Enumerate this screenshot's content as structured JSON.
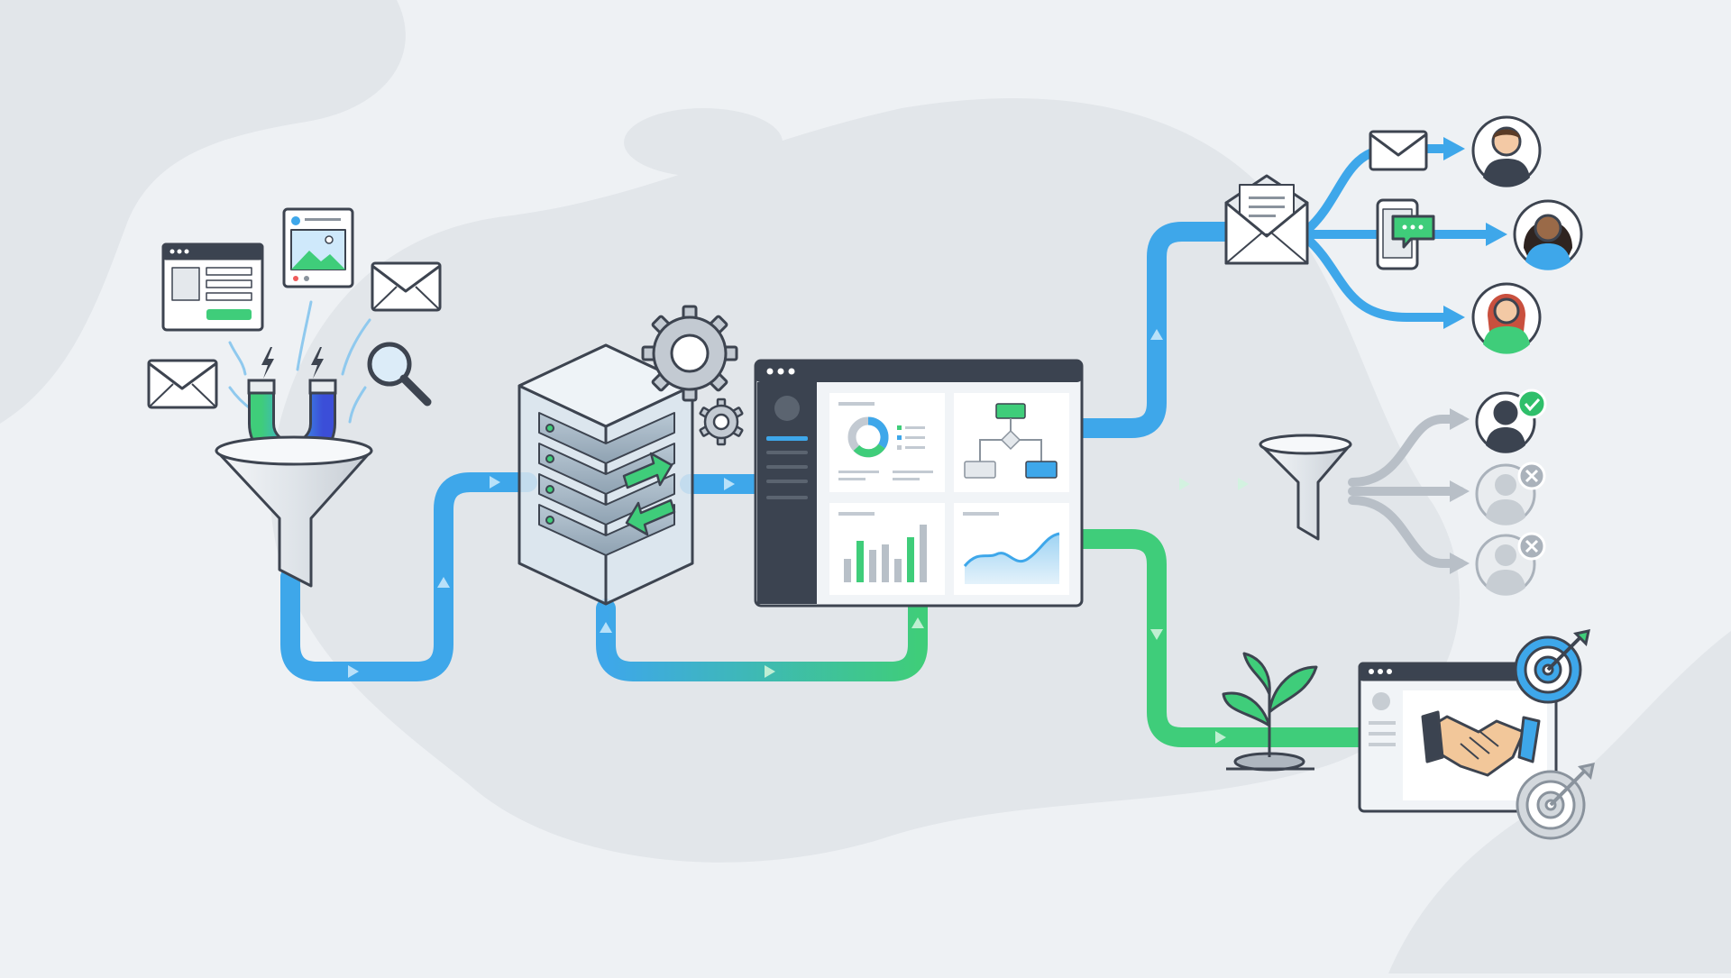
{
  "colors": {
    "background": "#eef1f4",
    "blob": "#e2e6ea",
    "blob_light": "#e8ebee",
    "blue": "#3ea7ea",
    "green": "#3fcd7a",
    "grey_path": "#b8bfc7",
    "outline": "#3d4450",
    "window_dark": "#3b4350",
    "panel": "#ffffff",
    "success": "#2fbf6a",
    "reject": "#aab2bb"
  },
  "icons": {
    "lead_sources": [
      "browser-form-icon",
      "social-post-icon",
      "envelope-icon",
      "envelope-icon",
      "magnifier-icon"
    ],
    "capture": [
      "magnet-icon",
      "funnel-icon"
    ],
    "processing": [
      "server-cube-icon",
      "gear-icon",
      "gear-small-icon"
    ],
    "analytics": [
      "dashboard-window-icon",
      "donut-chart-icon",
      "flowchart-icon",
      "bar-chart-icon",
      "area-chart-icon"
    ],
    "outreach": [
      "open-envelope-icon",
      "envelope-icon",
      "smartphone-chat-icon",
      "avatar-icon"
    ],
    "qualification": [
      "funnel-icon",
      "avatar-approved-icon",
      "avatar-rejected-icon"
    ],
    "nurture": [
      "sprout-icon",
      "handshake-window-icon",
      "target-icon"
    ]
  },
  "avatars": {
    "contacts": [
      "male-avatar",
      "female-avatar-dark",
      "female-avatar-red"
    ],
    "qualified": [
      "approved",
      "rejected",
      "rejected"
    ]
  }
}
